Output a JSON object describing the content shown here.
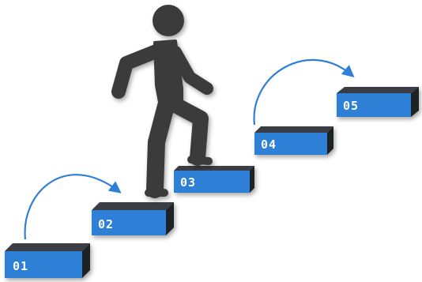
{
  "diagram": {
    "steps": [
      {
        "label": "01"
      },
      {
        "label": "02"
      },
      {
        "label": "03"
      },
      {
        "label": "04"
      },
      {
        "label": "05"
      }
    ],
    "colors": {
      "step_blue": "#2f7fd6",
      "step_top": "#3a3d44",
      "step_dark": "#1f2228",
      "figure": "#3b3b3b",
      "arrow": "#2f7fd6"
    },
    "icons": {
      "figure": "person-climbing-stairs-icon",
      "arrow": "curved-arrow-icon"
    }
  }
}
